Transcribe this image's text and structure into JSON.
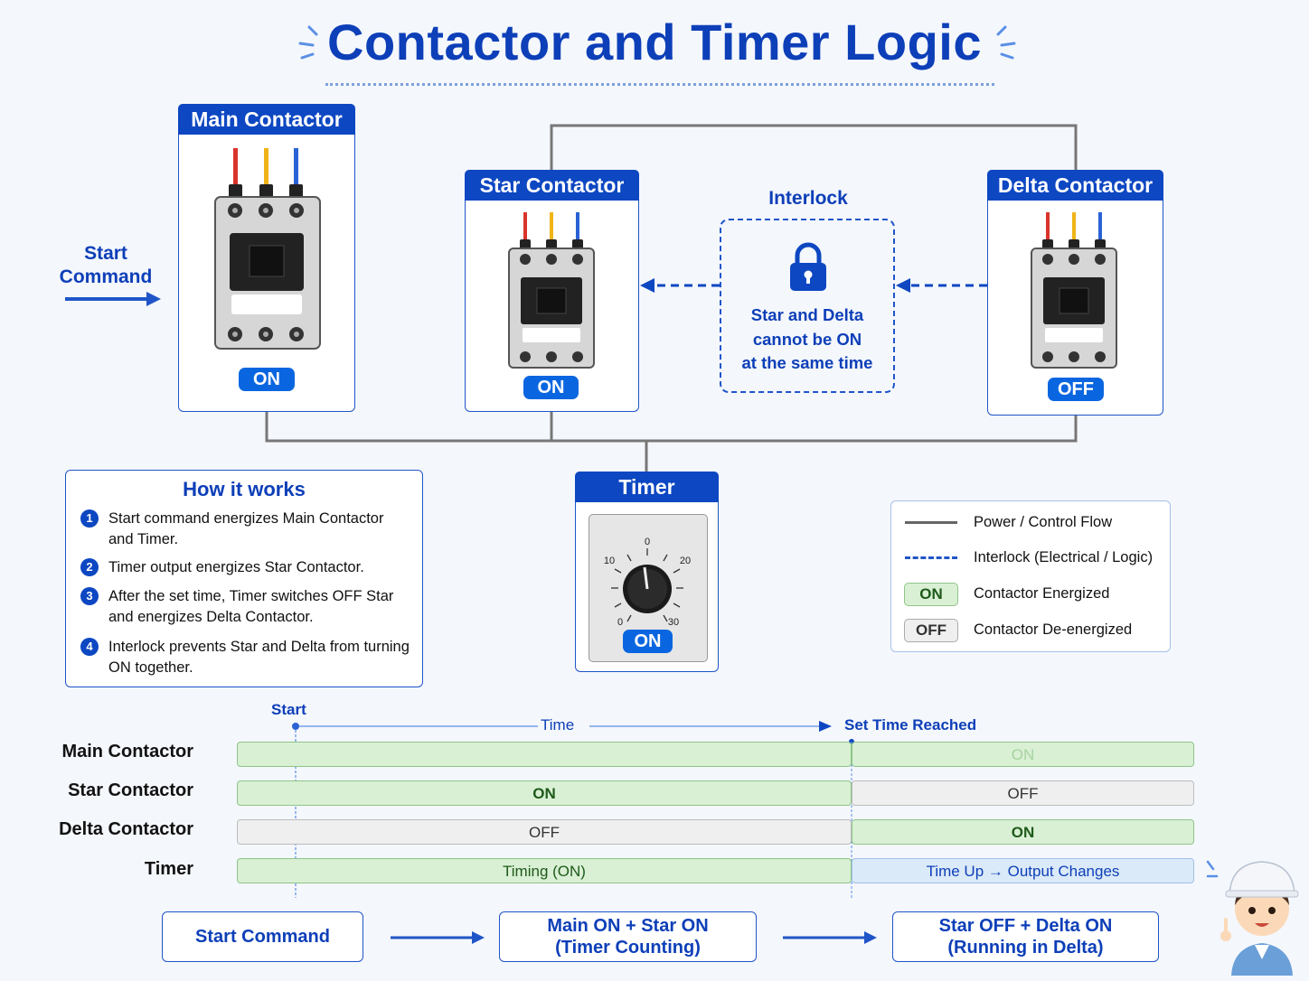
{
  "title": "Contactor and Timer Logic",
  "start_command": {
    "line1": "Start",
    "line2": "Command"
  },
  "main_contactor": {
    "title": "Main Contactor",
    "status": "ON"
  },
  "star_contactor": {
    "title": "Star Contactor",
    "status": "ON"
  },
  "delta_contactor": {
    "title": "Delta Contactor",
    "status": "OFF"
  },
  "interlock": {
    "title": "Interlock",
    "lines": [
      "Star and Delta",
      "cannot be ON",
      "at the same time"
    ]
  },
  "timer": {
    "title": "Timer",
    "status": "ON",
    "dial_labels": [
      "0",
      "10",
      "20",
      "0",
      "30"
    ]
  },
  "how_it_works": {
    "title": "How it works",
    "steps": [
      {
        "num": "1",
        "text": "Start command energizes Main Contactor and Timer."
      },
      {
        "num": "2",
        "text": "Timer output energizes Star Contactor."
      },
      {
        "num": "3",
        "text": "After the set time, Timer switches OFF Star and energizes Delta Contactor."
      },
      {
        "num": "4",
        "text": "Interlock prevents Star and Delta from turning ON together."
      }
    ]
  },
  "legend": {
    "power": "Power / Control Flow",
    "interlock": "Interlock (Electrical / Logic)",
    "on_chip": "ON",
    "on_label": "Contactor Energized",
    "off_chip": "OFF",
    "off_label": "Contactor De-energized"
  },
  "timeline": {
    "start": "Start",
    "time": "Time",
    "set_time": "Set Time Reached",
    "rows": [
      {
        "label": "Main Contactor",
        "before": "",
        "after": "ON"
      },
      {
        "label": "Star Contactor",
        "before": "ON",
        "after": "OFF"
      },
      {
        "label": "Delta Contactor",
        "before": "OFF",
        "after": "ON"
      },
      {
        "label": "Timer",
        "before": "Timing (ON)",
        "after": "Time Up → Output Changes"
      }
    ]
  },
  "flow": {
    "step1": "Start Command",
    "step2_line1": "Main ON + Star ON",
    "step2_line2": "(Timer Counting)",
    "step3_line1": "Star OFF + Delta ON",
    "step3_line2": "(Running in Delta)"
  },
  "colors": {
    "primary": "#0d47c2",
    "on_pill": "#0a66e0",
    "on_bar": "#d9f0d4",
    "off_bar": "#efefef",
    "info_bar": "#dbeaf8"
  }
}
